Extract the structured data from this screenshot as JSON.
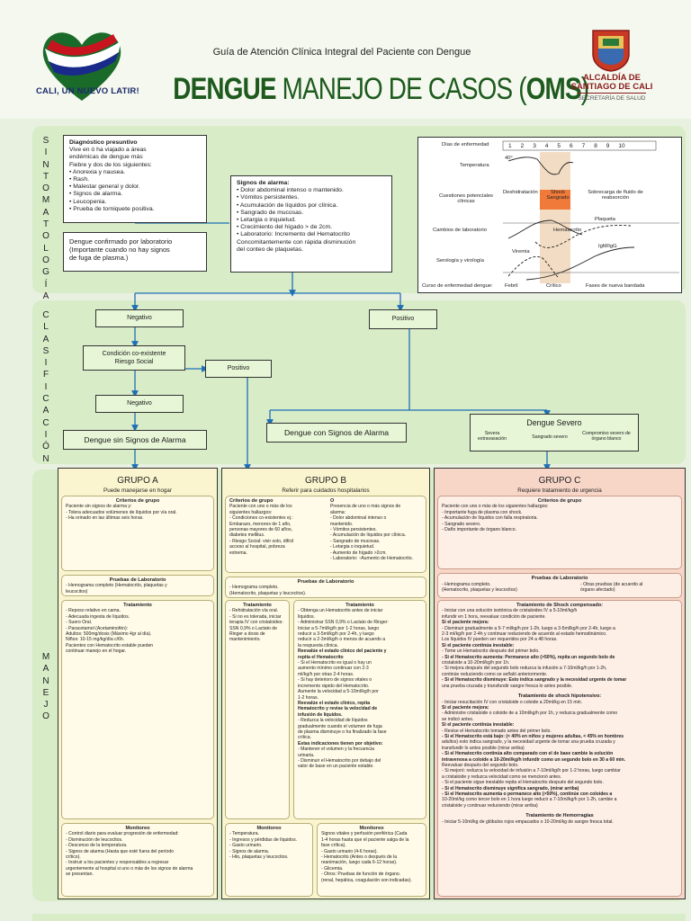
{
  "header": {
    "logo_left_text": "CALI, UN NUEVO LATIR!",
    "subtitle": "Guía de Atención Clínica Integral del Paciente con Dengue",
    "title_bold1": "DENGUE",
    "title_mid": " MANEJO DE CASOS (",
    "title_bold2": "OMS",
    "title_end": ")",
    "crest_line1": "ALCALDÍA DE",
    "crest_line2": "SANTIAGO DE CALI",
    "crest_line3": "SECRETARÍA DE SALUD"
  },
  "section_labels": {
    "sintomatologia": [
      "S",
      "I",
      "N",
      "T",
      "O",
      "M",
      "A",
      "T",
      "O",
      "L",
      "O",
      "G",
      "Í",
      "A"
    ],
    "clasificacion": [
      "C",
      "L",
      "A",
      "S",
      "I",
      "F",
      "I",
      "C",
      "A",
      "C",
      "I",
      "Ó",
      "N"
    ],
    "manejo": [
      "M",
      "A",
      "N",
      "E",
      "J",
      "O"
    ]
  },
  "sintomatologia": {
    "diagnostico": {
      "title": "Diagnóstico presuntivo",
      "lines": [
        "Vive en ó ha viajado a áreas",
        "endémicas de dengue más",
        "Fiebre y dos de los siguientes:",
        "• Anorexia y nausea.",
        "• Rash.",
        "• Malestar general y dolor.",
        "• Signos de alarma.",
        "• Leucopenia.",
        "• Prueba de torniquete positiva."
      ]
    },
    "confirmado": [
      "Dengue confirmado por laboratorio",
      "(Importante cuando no hay signos",
      "de fuga de plasma.)"
    ],
    "alarma": {
      "title": "Signos de alarma:",
      "lines": [
        "• Dolor abdominal intenso o mantenido.",
        "• Vómitos persistentes.",
        "• Acumulación de líquidos por clínica.",
        "• Sangrado de mucosas.",
        "• Letargia o inquietud.",
        "• Crecimiento del hígado > de 2cm.",
        "• Laboratorio: Incremento del Hematocrito",
        "Concomitantemente con rápida disminución",
        "del conteo de plaquetas."
      ]
    }
  },
  "chart": {
    "row_labels": [
      "Días de enfermedad",
      "Temperatura",
      "Cuestiones potenciales clínicas",
      "Cambios de laboratorio",
      "Serología y virología",
      "Curso de enfermedad dengue:"
    ],
    "days": [
      "1",
      "2",
      "3",
      "4",
      "5",
      "6",
      "7",
      "8",
      "9",
      "10"
    ],
    "temp": "40°",
    "clinical": [
      "Deshidratación",
      "Shock Sangrado",
      "Sobrecarga de fluido de reabsorción"
    ],
    "lab": [
      "Hematocrito",
      "Plaqueta"
    ],
    "serology": [
      "Viremia",
      "IgM/IgG"
    ],
    "phases": [
      "Febril",
      "Crítico",
      "Fases de nueva bandada"
    ]
  },
  "clasificacion": {
    "negativo1": "Negativo",
    "positivo1": "Positivo",
    "condicion": [
      "Condición co-existente",
      "Riesgo Social"
    ],
    "positivo2": "Positivo",
    "negativo2": "Negativo",
    "sin_alarma": "Dengue sin Signos de Alarma",
    "con_alarma": "Dengue con Signos de Alarma",
    "severo": {
      "title": "Dengue Severo",
      "items": [
        "Severa extravasación",
        "Sangrado severo",
        "Compromiso severo de órgano blanco"
      ]
    }
  },
  "grupo_a": {
    "title": "GRUPO A",
    "subtitle": "Puede manejarse en hogar",
    "criterios_title": "Criterios de grupo",
    "criterios": [
      "Paciente sin signos de alarma y:",
      "- Tolera adecuados volúmenes de líquidos por vía oral.",
      "- Ha orinado en las últimas seis horas."
    ],
    "pruebas_title": "Pruebas de Laboratorio",
    "pruebas": [
      "- Hemograma completo (Hematocrito, plaquetas y",
      "leucocitos)"
    ],
    "tratamiento_title": "Tratamiento",
    "tratamiento": [
      "- Reposo relativo en cama.",
      "- Adecuada ingesta de líquidos.",
      "- Suero Oral.",
      "- Paracetamol (Acetaminofén):",
      "Adultos: 500mg/dosis (Máximo 4gr al día).",
      "Niños: 10-15 mg/kg/día c/6h.",
      "Pacientes con Hematocrito estable pueden",
      "continuar manejo en el hogar."
    ],
    "monitoreo_title": "Monitoreo",
    "monitoreo": [
      "- Control diario para evaluar progresión de enfermedad:",
      "- Disminución de leucocitos.",
      "- Descenso de la temperatura.",
      "- Signos de alarma (Hasta que esté fuera del período",
      "crítico).",
      "- Instruir a los pacientes y responsables a regresar",
      "urgentemente al hospital si uno o más de los signos de alarma",
      "se presentan."
    ]
  },
  "grupo_b": {
    "title": "GRUPO B",
    "subtitle": "Referir para cuidados hospitalarios",
    "criterios_title": "Criterios de grupo",
    "criterios_left": [
      "Paciente con uno o más de los",
      "siguientes hallazgos:",
      "- Condiciones co-existentes ej.:",
      "Embarazo, menores de 1 año,",
      "personas mayores de 60 años,",
      "diabetes mellitus.",
      "- Riesgo Social: vivir solo, difícil",
      "acceso al hospital, pobreza",
      "extrema."
    ],
    "o": "O",
    "criterios_right": [
      "Presencia de uno o más signos de",
      "alarma:",
      "- Dolor abdominal intenso o",
      "mantenido.",
      "- Vómitos persistentes.",
      "- Acumulación de líquidos por clínica.",
      "- Sangrado de mucosas.",
      "- Letargia o inquietud.",
      "- Aumento de hígado >2cm.",
      "- Laboratorio: ↑Aumento de Hematocrito."
    ],
    "pruebas_title": "Pruebas de Laboratorio",
    "pruebas": [
      "- Hemograma completo.",
      "(Hematocrito, plaquetas y leucocitos)."
    ],
    "tratamiento_left_title": "Tratamiento",
    "tratamiento_left": [
      "- Rehidratación vía oral.",
      "- Si no es tolerada, iniciar",
      "terapia IV con cristaloides:",
      "SSN 0,9% o Lactato de",
      "Ringer a dosis de",
      "mantenimiento."
    ],
    "tratamiento_right_title": "Tratamiento",
    "tratamiento_right": [
      {
        "t": "- Obtenga un Hematocrito antes de iniciar",
        "b": false
      },
      {
        "t": "líquidos.",
        "b": false
      },
      {
        "t": "- Administrar SSN 0,9% o Lactato de Ringer:",
        "b": false
      },
      {
        "t": "Iniciar a 5-7ml/kg/h por 1-2 horas, luego",
        "b": false
      },
      {
        "t": "reducir a 3-5ml/kg/h por 2-4h, y luego",
        "b": false
      },
      {
        "t": "reducir a 2-3ml/kg/h o menos de acuerdo a",
        "b": false
      },
      {
        "t": "la respuesta clínica.",
        "b": false
      },
      {
        "t": "Reevalúe el estado clínico del paciente y",
        "b": true
      },
      {
        "t": "repita el Hematocrito",
        "b": true
      },
      {
        "t": "- Si el Hematocrito es igual o hay un",
        "b": false
      },
      {
        "t": "aumento mínimo continuar con 2-3",
        "b": false
      },
      {
        "t": "ml/kg/h por otras 2-4 horas.",
        "b": false
      },
      {
        "t": "- Si hay deterioro de signos vitales o",
        "b": false
      },
      {
        "t": "incremento rápido del Hematocrito.",
        "b": false
      },
      {
        "t": "Aumente la velocidad a 5-10ml/kg/h por",
        "b": false
      },
      {
        "t": "1-2 horas.",
        "b": false
      },
      {
        "t": "Reevalúe el estado clínico, repita",
        "b": true
      },
      {
        "t": "Hematocrito y revise la velocidad de",
        "b": true
      },
      {
        "t": "infusión de líquidos.",
        "b": true
      },
      {
        "t": "- Reduzca la velocidad de líquidos",
        "b": false
      },
      {
        "t": "gradualmente cuando el volumen de fuga",
        "b": false
      },
      {
        "t": "de plasma disminuye o ha finalizado la fase",
        "b": false
      },
      {
        "t": "crítica.",
        "b": false
      },
      {
        "t": "Estas indicaciones tienen por objetivo:",
        "b": true
      },
      {
        "t": "- Mantener el volumen y la frecuencia",
        "b": false
      },
      {
        "t": "urinaria.",
        "b": false
      },
      {
        "t": "- Disminuir el Hematocrito por debajo del",
        "b": false
      },
      {
        "t": "valor de base en un paciente estable.",
        "b": false
      }
    ],
    "monitoreo_left_title": "Monitoreo",
    "monitoreo_left": [
      "- Temperatura.",
      "- Ingresos y pérdidas de líquidos.",
      "- Gasto urinario.",
      "- Signos de alarma.",
      "- Hto, plaquetas y leucocitos."
    ],
    "monitoreo_right_title": "Monitoreo",
    "monitoreo_right": [
      "Signos vitales y perfusión periférica (Cada",
      "1-4 horas hasta que el paciente salga de la",
      "fase crítica).",
      "- Gasto urinario (4-6 horas).",
      "- Hematocrito (Antes o después de la",
      "reanimación, luego cada 6-12 horas).",
      "- Glicemia.",
      "- Otros: Pruebas de función de órgano.",
      "(renal, hepática, coagulación son indicadas)."
    ]
  },
  "grupo_c": {
    "title": "GRUPO C",
    "subtitle": "Requiere tratamiento de urgencia",
    "criterios_title": "Criterios de grupo",
    "criterios": [
      "Paciente con uno o más de los siguientes hallazgos:",
      "- Importante fuga de plasma con shock.",
      "- Acumulación de líquidos con falla respiratoria.",
      "- Sangrado severo.",
      "- Daño importante de órgano blanco."
    ],
    "pruebas_title": "Pruebas de Laboratorio",
    "pruebas_left": [
      "- Hemograma completo.",
      "(Hematocrito, plaquetas y leucocitos)"
    ],
    "pruebas_right": [
      "- Otras pruebas (de acuerdo al",
      "órgano afectado)"
    ],
    "compensado_title": "Tratamiento de Shock compensado:",
    "compensado": [
      {
        "t": "- Iniciar con una solución isotónica de cristaloides IV a 5-10ml/kg/h",
        "b": false
      },
      {
        "t": "infundir en 1 hora, reevaluar condición de paciente.",
        "b": false
      },
      {
        "t": "Si el paciente mejora:",
        "b": true
      },
      {
        "t": "- Disminuir gradualmente a 5-7 ml/kg/h por 1-2h, luego a 3-5ml/kg/h por 2-4h, luego a",
        "b": false
      },
      {
        "t": "2-3 ml/kg/h por 2-4h y continuar reduciendo de acuerdo al estado hemodinámico.",
        "b": false
      },
      {
        "t": "Los líquidos IV pueden ser requeridos por 24 a 48 horas.",
        "b": false
      },
      {
        "t": "Si el paciente continúa inestable:",
        "b": true
      },
      {
        "t": "- Tome un Hematocrito después del primer bolo.",
        "b": false
      },
      {
        "t": "- Si el Hematocrito aumenta: Permanece alto (>50%), repita un segundo bolo de",
        "b": true
      },
      {
        "t": "cristaloide a 10-20ml/kg/h por 1h.",
        "b": false
      },
      {
        "t": "- Si mejora después del segundo bolo reduzca la infusión a 7-10ml/kg/h por 1-2h,",
        "b": false
      },
      {
        "t": "continúe reduciendo como se señaló anteriormente.",
        "b": false
      },
      {
        "t": "- Si el Hematocrito disminuye: Esto indica sangrado y la necesidad urgente de tomar",
        "b": true
      },
      {
        "t": "una prueba cruzada y transfundir sangre fresca lo antes posible.",
        "b": false
      }
    ],
    "hipotensivo_title": "Tratamiento de shock hipotensivo:",
    "hipotensivo": [
      {
        "t": "- Iniciar resucitación IV con cristaloide o coloide a 20ml/kg en 15 min.",
        "b": false
      },
      {
        "t": "Si el paciente mejora:",
        "b": true
      },
      {
        "t": "- Administre cristaloide o coloide de a 10ml/kg/h por 1h, y reduzca gradualmente como",
        "b": false
      },
      {
        "t": "se indicó antes.",
        "b": false
      },
      {
        "t": "Si el paciente continúa inestable:",
        "b": true
      },
      {
        "t": "- Revise el Hematocrito tomado antes del primer bolo.",
        "b": false
      },
      {
        "t": "- Si el Hematocrito está bajo: (< 40% en niños y mujeres adultas, < 45% en hombres",
        "b": true
      },
      {
        "t": "adultos) esto indica sangrado, y la necesidad urgente de tomar una prueba cruzada y",
        "b": false
      },
      {
        "t": "transfundir lo antes posible (mirar arriba)",
        "b": false
      },
      {
        "t": "- Si el Hematocrito continúa alto comparado con el de base cambie la solución",
        "b": true
      },
      {
        "t": "intravenosa a coloide a 10-20ml/kg/h infundir como un segundo bolo en 30 a 60 min.",
        "b": true
      },
      {
        "t": "Reevaluar después del segundo bolo.",
        "b": false
      },
      {
        "t": "- Si mejoró: reduzca la velocidad de infusión a 7-10ml/kg/h por 1-2 horas, luego cambiar",
        "b": false
      },
      {
        "t": "a cristaloide y reduzca velocidad como se mencionó antes.",
        "b": false
      },
      {
        "t": "- Si el paciente sigue inestable repita el Hematocrito después del segundo bolo.",
        "b": false
      },
      {
        "t": "- Si el Hematocrito disminuye significa sangrado, (mirar arriba)",
        "b": true
      },
      {
        "t": "- Si el Hematocrito aumenta o permanece alto (>50%), continúe con coloides a",
        "b": true
      },
      {
        "t": "10-20ml/kg como tercer bolo en 1 hora luego reducir a 7-10ml/kg/h por 1-2h, cambie a",
        "b": false
      },
      {
        "t": "cristaloide y continuar reduciendo (mirar arriba)",
        "b": false
      }
    ],
    "hemorragias_title": "Tratamiento de Hemorragias",
    "hemorragias": [
      "- Iniciar 5-10ml/kg de glóbulos rojos empacados o 10-20ml/kg de sangre fresca total."
    ]
  }
}
